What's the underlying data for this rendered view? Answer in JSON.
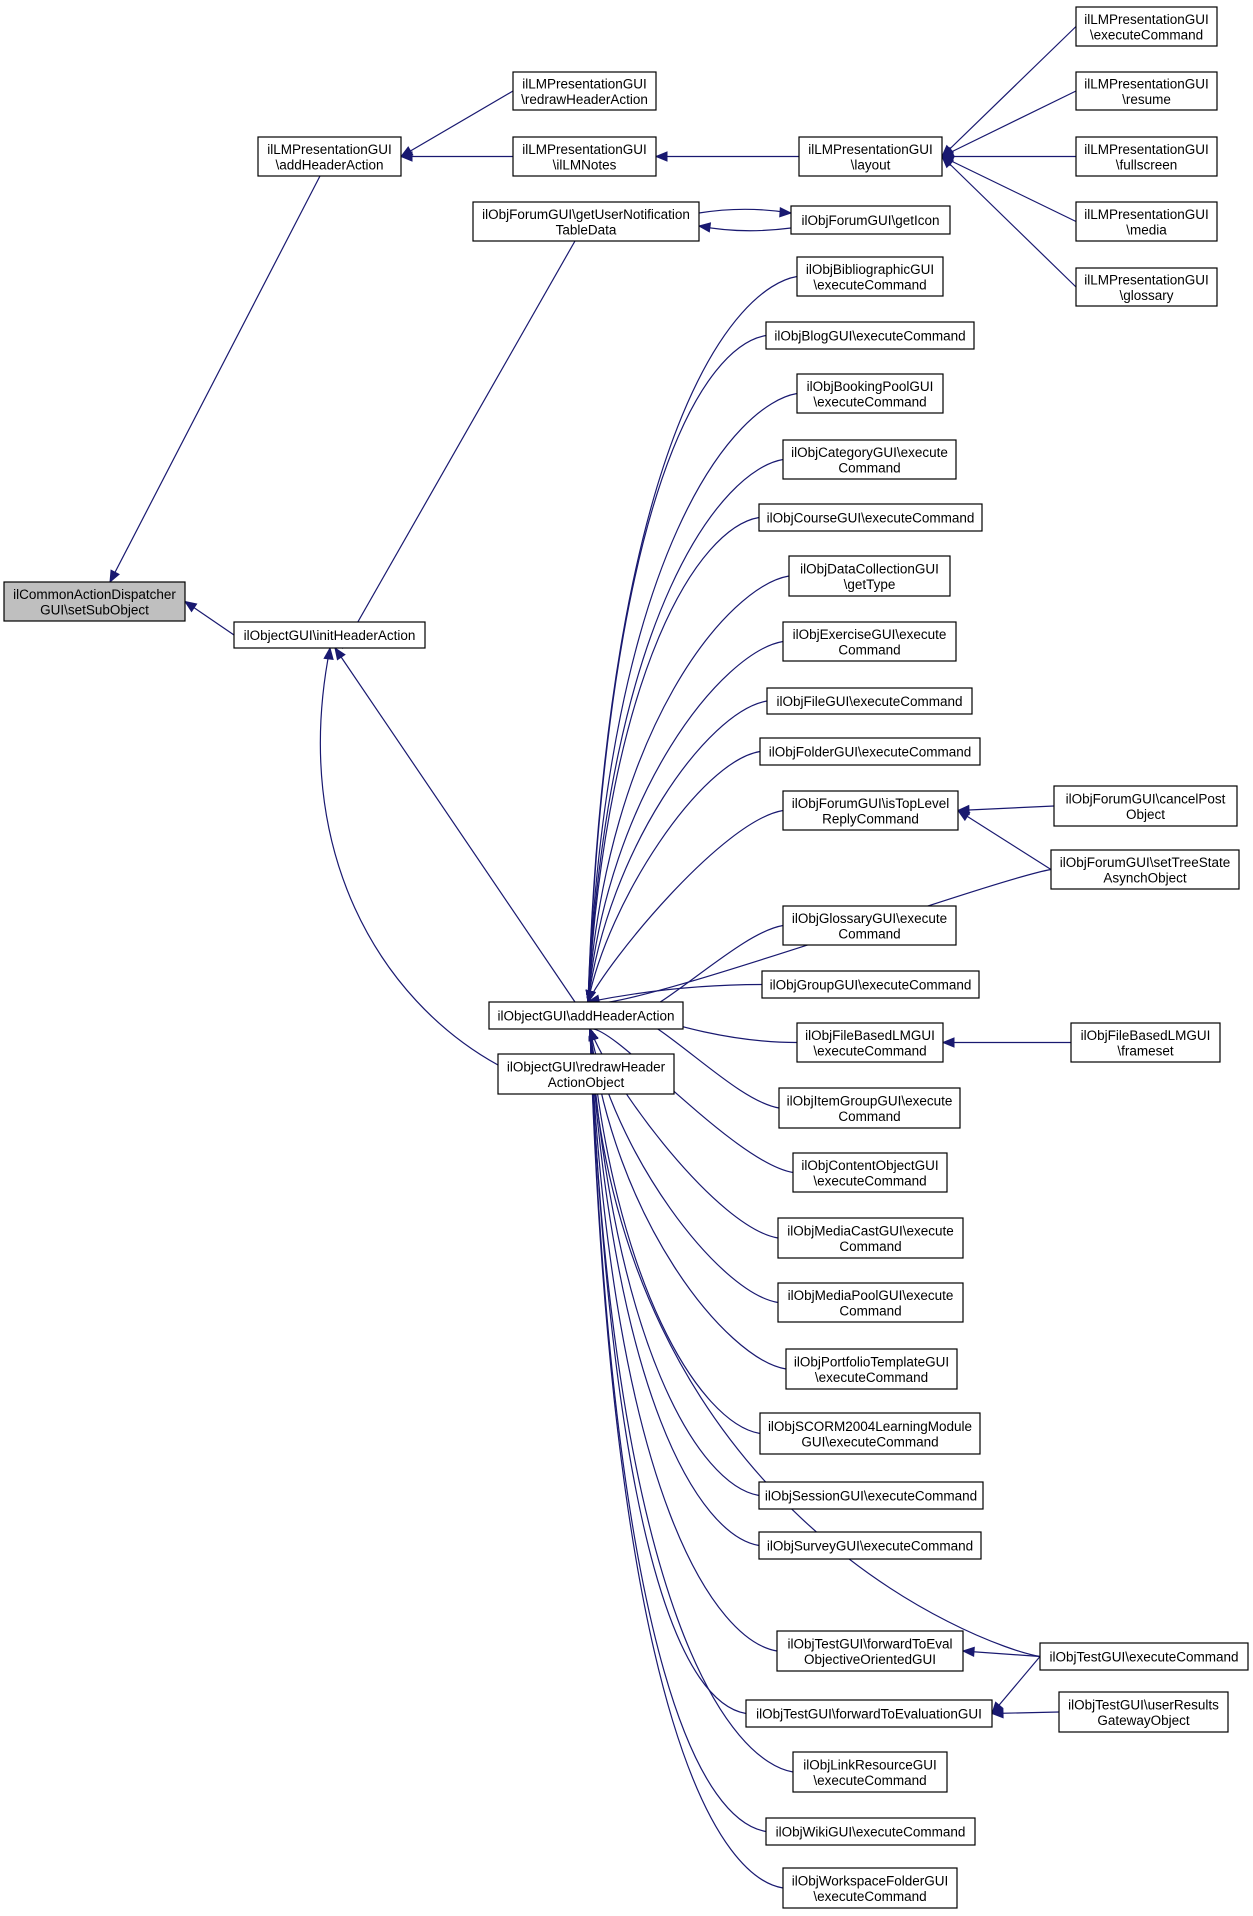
{
  "nodes": [
    {
      "id": "root",
      "lines": [
        "ilCommonActionDispatcher",
        "GUI\\setSubObject"
      ],
      "highlight": true
    },
    {
      "id": "lm_add",
      "lines": [
        "ilLMPresentationGUI",
        "\\addHeaderAction"
      ]
    },
    {
      "id": "lm_redraw",
      "lines": [
        "ilLMPresentationGUI",
        "\\redrawHeaderAction"
      ]
    },
    {
      "id": "lm_notes",
      "lines": [
        "ilLMPresentationGUI",
        "\\ilLMNotes"
      ]
    },
    {
      "id": "lm_layout",
      "lines": [
        "ilLMPresentationGUI",
        "\\layout"
      ]
    },
    {
      "id": "lm_exec",
      "lines": [
        "ilLMPresentationGUI",
        "\\executeCommand"
      ]
    },
    {
      "id": "lm_resume",
      "lines": [
        "ilLMPresentationGUI",
        "\\resume"
      ]
    },
    {
      "id": "lm_full",
      "lines": [
        "ilLMPresentationGUI",
        "\\fullscreen"
      ]
    },
    {
      "id": "lm_media",
      "lines": [
        "ilLMPresentationGUI",
        "\\media"
      ]
    },
    {
      "id": "lm_gloss",
      "lines": [
        "ilLMPresentationGUI",
        "\\glossary"
      ]
    },
    {
      "id": "forum_notif",
      "lines": [
        "ilObjForumGUI\\getUserNotification",
        "TableData"
      ]
    },
    {
      "id": "forum_icon",
      "lines": [
        "ilObjForumGUI\\getIcon"
      ]
    },
    {
      "id": "obj_init",
      "lines": [
        "ilObjectGUI\\initHeaderAction"
      ]
    },
    {
      "id": "obj_add",
      "lines": [
        "ilObjectGUI\\addHeaderAction"
      ]
    },
    {
      "id": "obj_redraw",
      "lines": [
        "ilObjectGUI\\redrawHeader",
        "ActionObject"
      ]
    },
    {
      "id": "bib",
      "lines": [
        "ilObjBibliographicGUI",
        "\\executeCommand"
      ]
    },
    {
      "id": "blog",
      "lines": [
        "ilObjBlogGUI\\executeCommand"
      ]
    },
    {
      "id": "booking",
      "lines": [
        "ilObjBookingPoolGUI",
        "\\executeCommand"
      ]
    },
    {
      "id": "category",
      "lines": [
        "ilObjCategoryGUI\\execute",
        "Command"
      ]
    },
    {
      "id": "course",
      "lines": [
        "ilObjCourseGUI\\executeCommand"
      ]
    },
    {
      "id": "datacoll",
      "lines": [
        "ilObjDataCollectionGUI",
        "\\getType"
      ]
    },
    {
      "id": "exercise",
      "lines": [
        "ilObjExerciseGUI\\execute",
        "Command"
      ]
    },
    {
      "id": "file",
      "lines": [
        "ilObjFileGUI\\executeCommand"
      ]
    },
    {
      "id": "folder",
      "lines": [
        "ilObjFolderGUI\\executeCommand"
      ]
    },
    {
      "id": "forum_top",
      "lines": [
        "ilObjForumGUI\\isTopLevel",
        "ReplyCommand"
      ]
    },
    {
      "id": "forum_cancel",
      "lines": [
        "ilObjForumGUI\\cancelPost",
        "Object"
      ]
    },
    {
      "id": "forum_tree",
      "lines": [
        "ilObjForumGUI\\setTreeState",
        "AsynchObject"
      ]
    },
    {
      "id": "glossary",
      "lines": [
        "ilObjGlossaryGUI\\execute",
        "Command"
      ]
    },
    {
      "id": "group",
      "lines": [
        "ilObjGroupGUI\\executeCommand"
      ]
    },
    {
      "id": "filelm",
      "lines": [
        "ilObjFileBasedLMGUI",
        "\\executeCommand"
      ]
    },
    {
      "id": "filelm_frame",
      "lines": [
        "ilObjFileBasedLMGUI",
        "\\frameset"
      ]
    },
    {
      "id": "itemgroup",
      "lines": [
        "ilObjItemGroupGUI\\execute",
        "Command"
      ]
    },
    {
      "id": "contentobj",
      "lines": [
        "ilObjContentObjectGUI",
        "\\executeCommand"
      ]
    },
    {
      "id": "mediacast",
      "lines": [
        "ilObjMediaCastGUI\\execute",
        "Command"
      ]
    },
    {
      "id": "mediapool",
      "lines": [
        "ilObjMediaPoolGUI\\execute",
        "Command"
      ]
    },
    {
      "id": "portfolio",
      "lines": [
        "ilObjPortfolioTemplateGUI",
        "\\executeCommand"
      ]
    },
    {
      "id": "scorm",
      "lines": [
        "ilObjSCORM2004LearningModule",
        "GUI\\executeCommand"
      ]
    },
    {
      "id": "session",
      "lines": [
        "ilObjSessionGUI\\executeCommand"
      ]
    },
    {
      "id": "survey",
      "lines": [
        "ilObjSurveyGUI\\executeCommand"
      ]
    },
    {
      "id": "test_fwd_obj",
      "lines": [
        "ilObjTestGUI\\forwardToEval",
        "ObjectiveOrientedGUI"
      ]
    },
    {
      "id": "test_exec",
      "lines": [
        "ilObjTestGUI\\executeCommand"
      ]
    },
    {
      "id": "test_fwd_eval",
      "lines": [
        "ilObjTestGUI\\forwardToEvaluationGUI"
      ]
    },
    {
      "id": "test_user",
      "lines": [
        "ilObjTestGUI\\userResults",
        "GatewayObject"
      ]
    },
    {
      "id": "linkres",
      "lines": [
        "ilObjLinkResourceGUI",
        "\\executeCommand"
      ]
    },
    {
      "id": "wiki",
      "lines": [
        "ilObjWikiGUI\\executeCommand"
      ]
    },
    {
      "id": "workspace",
      "lines": [
        "ilObjWorkspaceFolderGUI",
        "\\executeCommand"
      ]
    }
  ],
  "edges": [
    [
      "lm_add",
      "root"
    ],
    [
      "obj_init",
      "root"
    ],
    [
      "lm_redraw",
      "lm_add"
    ],
    [
      "lm_notes",
      "lm_add"
    ],
    [
      "lm_layout",
      "lm_notes"
    ],
    [
      "lm_exec",
      "lm_layout"
    ],
    [
      "lm_resume",
      "lm_layout"
    ],
    [
      "lm_full",
      "lm_layout"
    ],
    [
      "lm_media",
      "lm_layout"
    ],
    [
      "lm_gloss",
      "lm_layout"
    ],
    [
      "forum_notif",
      "obj_init"
    ],
    [
      "obj_add",
      "obj_init"
    ],
    [
      "obj_redraw",
      "obj_init"
    ],
    [
      "forum_icon",
      "forum_notif"
    ],
    [
      "forum_notif",
      "forum_icon"
    ],
    [
      "bib",
      "obj_add"
    ],
    [
      "blog",
      "obj_add"
    ],
    [
      "booking",
      "obj_add"
    ],
    [
      "category",
      "obj_add"
    ],
    [
      "course",
      "obj_add"
    ],
    [
      "datacoll",
      "obj_add"
    ],
    [
      "exercise",
      "obj_add"
    ],
    [
      "file",
      "obj_add"
    ],
    [
      "folder",
      "obj_add"
    ],
    [
      "forum_top",
      "obj_add"
    ],
    [
      "forum_tree",
      "obj_add"
    ],
    [
      "glossary",
      "obj_add"
    ],
    [
      "group",
      "obj_add"
    ],
    [
      "filelm",
      "obj_add"
    ],
    [
      "itemgroup",
      "obj_add"
    ],
    [
      "contentobj",
      "obj_add"
    ],
    [
      "mediacast",
      "obj_add"
    ],
    [
      "mediapool",
      "obj_add"
    ],
    [
      "portfolio",
      "obj_add"
    ],
    [
      "scorm",
      "obj_add"
    ],
    [
      "session",
      "obj_add"
    ],
    [
      "survey",
      "obj_add"
    ],
    [
      "test_exec",
      "obj_add"
    ],
    [
      "test_fwd_obj",
      "obj_add"
    ],
    [
      "test_fwd_eval",
      "obj_add"
    ],
    [
      "linkres",
      "obj_add"
    ],
    [
      "wiki",
      "obj_add"
    ],
    [
      "workspace",
      "obj_add"
    ],
    [
      "forum_cancel",
      "forum_top"
    ],
    [
      "forum_tree",
      "forum_top"
    ],
    [
      "filelm_frame",
      "filelm"
    ],
    [
      "test_exec",
      "test_fwd_obj"
    ],
    [
      "test_exec",
      "test_fwd_eval"
    ],
    [
      "test_user",
      "test_fwd_eval"
    ]
  ]
}
